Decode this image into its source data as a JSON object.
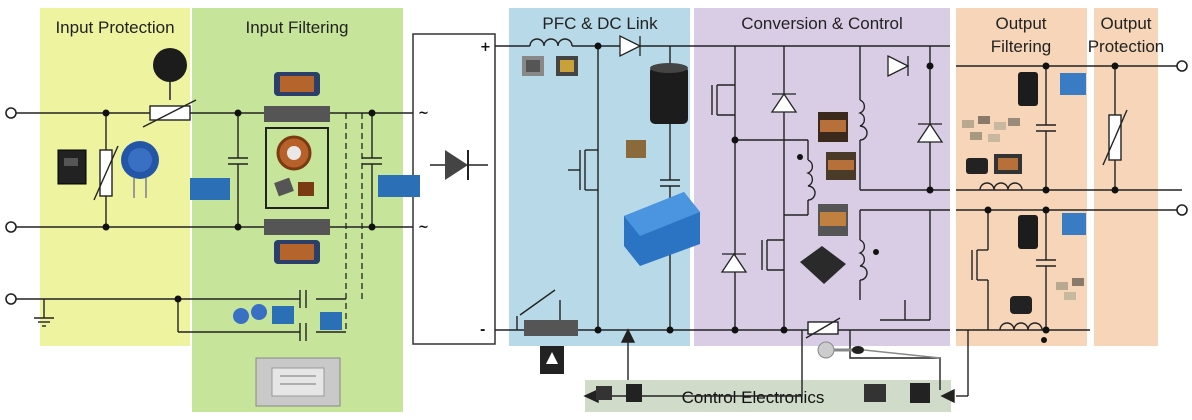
{
  "sections": {
    "input_protection": "Input Protection",
    "input_filtering": "Input Filtering",
    "pfc_dc_link": "PFC & DC Link",
    "conversion_control": "Conversion & Control",
    "output_filtering_line1": "Output",
    "output_filtering_line2": "Filtering",
    "output_protection_line1": "Output",
    "output_protection_line2": "Protection"
  },
  "control_electronics": "Control Electronics",
  "rectifier": {
    "plus": "+",
    "minus": "-",
    "ac_top": "~",
    "ac_bottom": "~"
  },
  "colors": {
    "input_protection": "#eef3a0",
    "input_filtering": "#c7e59a",
    "pfc_dc_link": "#b7d9e8",
    "conversion_control": "#d9cde6",
    "output_filtering": "#f6d5b8",
    "output_protection": "#f6d5b8",
    "control_bar": "#d0dcc9"
  },
  "components": [
    "ntc-thermistor-icon",
    "varistor-icon",
    "common-mode-choke-icon",
    "toroid-choke-icon",
    "x-capacitor-icon",
    "y-capacitor-icon",
    "emi-filter-module-icon",
    "pfc-inductor-icon",
    "bridge-diode-icon",
    "electrolytic-capacitor-icon",
    "film-capacitor-icon",
    "relay-icon",
    "transformer-icon",
    "current-sensor-icon",
    "temperature-sensor-icon",
    "smd-capacitor-icon",
    "power-inductor-icon"
  ]
}
